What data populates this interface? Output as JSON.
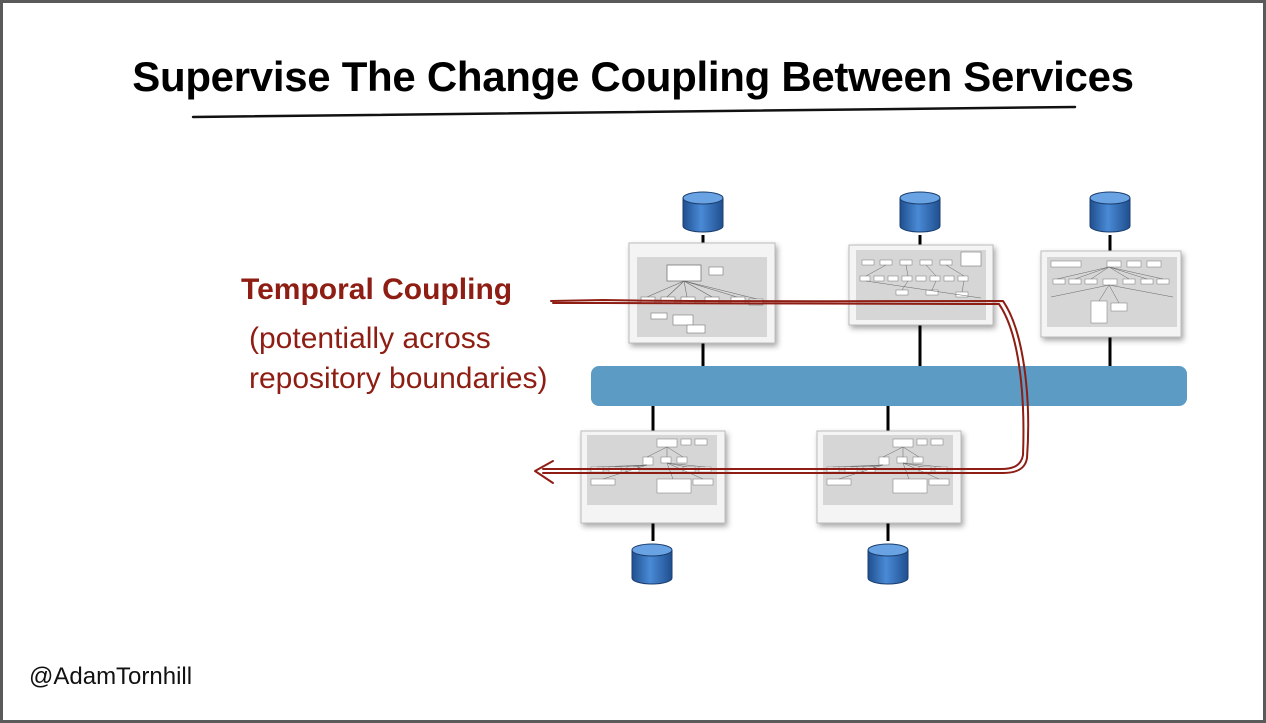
{
  "title": "Supervise The Change Coupling Between Services",
  "annotation": {
    "heading": "Temporal Coupling",
    "detail_line1": "(potentially across",
    "detail_line2": "repository boundaries)"
  },
  "footer": {
    "handle": "@AdamTornhill"
  },
  "colors": {
    "accent": "#8e1d13",
    "bus": "#5b9bc4",
    "database": "#3a74b8"
  },
  "icons": [
    "database-icon",
    "service-diagram-thumbnail",
    "arrow-left-icon"
  ]
}
